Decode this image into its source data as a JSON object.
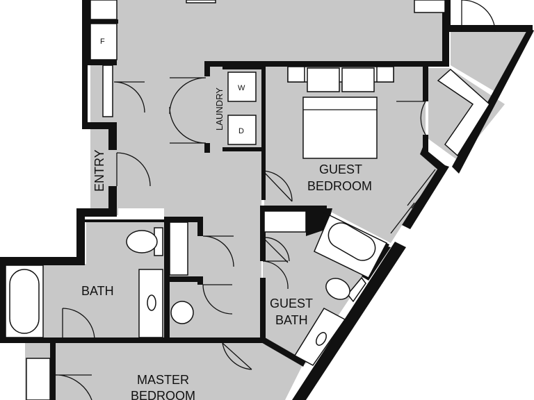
{
  "labels": {
    "entry": "ENTRY",
    "laundry": "LAUNDRY",
    "washer": "W",
    "dryer": "D",
    "fridge": "F",
    "guest_bedroom_1": "GUEST",
    "guest_bedroom_2": "BEDROOM",
    "bath": "BATH",
    "guest_bath_1": "GUEST",
    "guest_bath_2": "BATH",
    "master_bedroom_1": "MASTER",
    "master_bedroom_2": "BEDROOM"
  },
  "colors": {
    "wall": "#111111",
    "floor": "#c8c8c8",
    "background": "#ffffff"
  }
}
